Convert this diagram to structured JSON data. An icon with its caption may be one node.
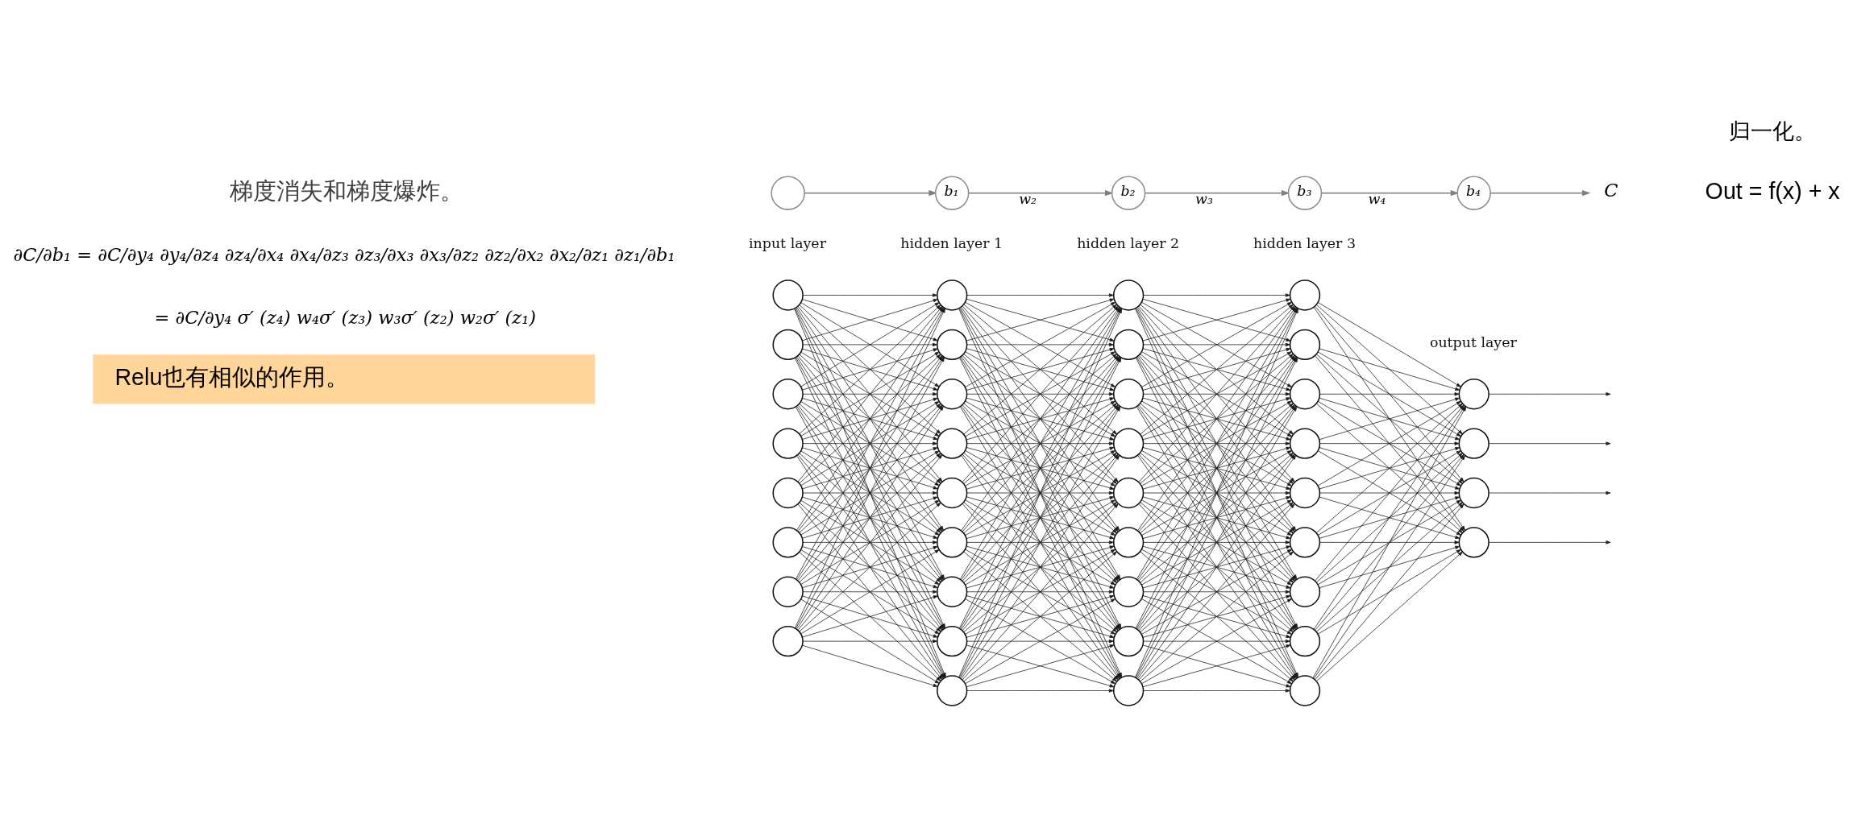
{
  "diagram": {
    "nodes": [
      {
        "text": [],
        "shape": "circle"
      },
      {
        "text": [
          "b₁"
        ]
      },
      {
        "text": [
          "b₂"
        ]
      },
      {
        "text": [
          "b₃"
        ]
      },
      {
        "text": [
          "b₄"
        ]
      },
      {
        "text": [
          "C"
        ]
      },
      {
        "text": [
          "Relu也有相似的作用。"
        ]
      },
      {
        "text": [],
        "shape": "circle"
      },
      {
        "text": [],
        "shape": "circle"
      },
      {
        "text": [],
        "shape": "circle"
      },
      {
        "text": [],
        "shape": "circle"
      },
      {
        "text": [],
        "shape": "circle"
      },
      {
        "text": [],
        "shape": "circle"
      },
      {
        "text": [],
        "shape": "circle"
      },
      {
        "text": [],
        "shape": "circle"
      },
      {
        "text": [],
        "shape": "circle"
      },
      {
        "text": [],
        "shape": "circle"
      },
      {
        "text": [],
        "shape": "circle"
      },
      {
        "text": [],
        "shape": "circle"
      },
      {
        "text": [],
        "shape": "circle"
      },
      {
        "text": [],
        "shape": "circle"
      },
      {
        "text": [],
        "shape": "circle"
      },
      {
        "text": [],
        "shape": "circle"
      },
      {
        "text": [],
        "shape": "circle"
      },
      {
        "text": [],
        "shape": "circle"
      },
      {
        "text": [],
        "shape": "circle"
      },
      {
        "text": [],
        "shape": "circle"
      },
      {
        "text": [],
        "shape": "circle"
      },
      {
        "text": [],
        "shape": "circle"
      },
      {
        "text": [],
        "shape": "circle"
      },
      {
        "text": [],
        "shape": "circle"
      },
      {
        "text": [],
        "shape": "circle"
      },
      {
        "text": [],
        "shape": "circle"
      },
      {
        "text": [],
        "shape": "circle"
      },
      {
        "text": [],
        "shape": "circle"
      },
      {
        "text": [],
        "shape": "circle"
      },
      {
        "text": [],
        "shape": "circle"
      },
      {
        "text": [],
        "shape": "circle"
      },
      {
        "text": [],
        "shape": "circle"
      },
      {
        "text": [],
        "shape": "circle"
      },
      {
        "text": [],
        "shape": "circle"
      },
      {
        "text": [],
        "shape": "circle"
      },
      {
        "text": [],
        "shape": "circle"
      },
      {
        "text": [],
        "shape": "circle"
      },
      {
        "text": [],
        "shape": "circle"
      },
      {
        "text": [],
        "shape": "circle"
      }
    ],
    "edges": [
      {
        "from": 0,
        "to": 1,
        "arrow": "to",
        "color": "#808080"
      },
      {
        "from": 1,
        "to": 2,
        "arrow": "to",
        "label": "w₂",
        "color": "#808080"
      },
      {
        "from": 2,
        "to": 3,
        "arrow": "to",
        "label": "w₃",
        "color": "#808080"
      },
      {
        "from": 3,
        "to": 4,
        "arrow": "to",
        "label": "w₄",
        "color": "#808080"
      },
      {
        "from": 4,
        "to": 5,
        "arrow": "to",
        "color": "#808080"
      },
      {
        "from": 7,
        "to": 15,
        "arrow": "to"
      },
      {
        "from": 7,
        "to": 16,
        "arrow": "to"
      },
      {
        "from": 7,
        "to": 17,
        "arrow": "to"
      },
      {
        "from": 7,
        "to": 18,
        "arrow": "to"
      },
      {
        "from": 7,
        "to": 19,
        "arrow": "to"
      },
      {
        "from": 7,
        "to": 20,
        "arrow": "to"
      },
      {
        "from": 7,
        "to": 21,
        "arrow": "to"
      },
      {
        "from": 7,
        "to": 22,
        "arrow": "to"
      },
      {
        "from": 7,
        "to": 23,
        "arrow": "to"
      },
      {
        "from": 8,
        "to": 15,
        "arrow": "to"
      },
      {
        "from": 8,
        "to": 16,
        "arrow": "to"
      },
      {
        "from": 8,
        "to": 17,
        "arrow": "to"
      },
      {
        "from": 8,
        "to": 18,
        "arrow": "to"
      },
      {
        "from": 8,
        "to": 19,
        "arrow": "to"
      },
      {
        "from": 8,
        "to": 20,
        "arrow": "to"
      },
      {
        "from": 8,
        "to": 21,
        "arrow": "to"
      },
      {
        "from": 8,
        "to": 22,
        "arrow": "to"
      },
      {
        "from": 8,
        "to": 23,
        "arrow": "to"
      },
      {
        "from": 9,
        "to": 15,
        "arrow": "to"
      },
      {
        "from": 9,
        "to": 16,
        "arrow": "to"
      },
      {
        "from": 9,
        "to": 17,
        "arrow": "to"
      },
      {
        "from": 9,
        "to": 18,
        "arrow": "to"
      },
      {
        "from": 9,
        "to": 19,
        "arrow": "to"
      },
      {
        "from": 9,
        "to": 20,
        "arrow": "to"
      },
      {
        "from": 9,
        "to": 21,
        "arrow": "to"
      },
      {
        "from": 9,
        "to": 22,
        "arrow": "to"
      },
      {
        "from": 9,
        "to": 23,
        "arrow": "to"
      },
      {
        "from": 10,
        "to": 15,
        "arrow": "to"
      },
      {
        "from": 10,
        "to": 16,
        "arrow": "to"
      },
      {
        "from": 10,
        "to": 17,
        "arrow": "to"
      },
      {
        "from": 10,
        "to": 18,
        "arrow": "to"
      },
      {
        "from": 10,
        "to": 19,
        "arrow": "to"
      },
      {
        "from": 10,
        "to": 20,
        "arrow": "to"
      },
      {
        "from": 10,
        "to": 21,
        "arrow": "to"
      },
      {
        "from": 10,
        "to": 22,
        "arrow": "to"
      },
      {
        "from": 10,
        "to": 23,
        "arrow": "to"
      },
      {
        "from": 11,
        "to": 15,
        "arrow": "to"
      },
      {
        "from": 11,
        "to": 16,
        "arrow": "to"
      },
      {
        "from": 11,
        "to": 17,
        "arrow": "to"
      },
      {
        "from": 11,
        "to": 18,
        "arrow": "to"
      },
      {
        "from": 11,
        "to": 19,
        "arrow": "to"
      },
      {
        "from": 11,
        "to": 20,
        "arrow": "to"
      },
      {
        "from": 11,
        "to": 21,
        "arrow": "to"
      },
      {
        "from": 11,
        "to": 22,
        "arrow": "to"
      },
      {
        "from": 11,
        "to": 23,
        "arrow": "to"
      },
      {
        "from": 12,
        "to": 15,
        "arrow": "to"
      },
      {
        "from": 12,
        "to": 16,
        "arrow": "to"
      },
      {
        "from": 12,
        "to": 17,
        "arrow": "to"
      },
      {
        "from": 12,
        "to": 18,
        "arrow": "to"
      },
      {
        "from": 12,
        "to": 19,
        "arrow": "to"
      },
      {
        "from": 12,
        "to": 20,
        "arrow": "to"
      },
      {
        "from": 12,
        "to": 21,
        "arrow": "to"
      },
      {
        "from": 12,
        "to": 22,
        "arrow": "to"
      },
      {
        "from": 12,
        "to": 23,
        "arrow": "to"
      },
      {
        "from": 13,
        "to": 15,
        "arrow": "to"
      },
      {
        "from": 13,
        "to": 16,
        "arrow": "to"
      },
      {
        "from": 13,
        "to": 17,
        "arrow": "to"
      },
      {
        "from": 13,
        "to": 18,
        "arrow": "to"
      },
      {
        "from": 13,
        "to": 19,
        "arrow": "to"
      },
      {
        "from": 13,
        "to": 20,
        "arrow": "to"
      },
      {
        "from": 13,
        "to": 21,
        "arrow": "to"
      },
      {
        "from": 13,
        "to": 22,
        "arrow": "to"
      },
      {
        "from": 13,
        "to": 23,
        "arrow": "to"
      },
      {
        "from": 14,
        "to": 15,
        "arrow": "to"
      },
      {
        "from": 14,
        "to": 16,
        "arrow": "to"
      },
      {
        "from": 14,
        "to": 17,
        "arrow": "to"
      },
      {
        "from": 14,
        "to": 18,
        "arrow": "to"
      },
      {
        "from": 14,
        "to": 19,
        "arrow": "to"
      },
      {
        "from": 14,
        "to": 20,
        "arrow": "to"
      },
      {
        "from": 14,
        "to": 21,
        "arrow": "to"
      },
      {
        "from": 14,
        "to": 22,
        "arrow": "to"
      },
      {
        "from": 14,
        "to": 23,
        "arrow": "to"
      },
      {
        "from": 15,
        "to": 24,
        "arrow": "to"
      },
      {
        "from": 15,
        "to": 25,
        "arrow": "to"
      },
      {
        "from": 15,
        "to": 26,
        "arrow": "to"
      },
      {
        "from": 15,
        "to": 27,
        "arrow": "to"
      },
      {
        "from": 15,
        "to": 28,
        "arrow": "to"
      },
      {
        "from": 15,
        "to": 29,
        "arrow": "to"
      },
      {
        "from": 15,
        "to": 30,
        "arrow": "to"
      },
      {
        "from": 15,
        "to": 31,
        "arrow": "to"
      },
      {
        "from": 15,
        "to": 32,
        "arrow": "to"
      },
      {
        "from": 16,
        "to": 24,
        "arrow": "to"
      },
      {
        "from": 16,
        "to": 25,
        "arrow": "to"
      },
      {
        "from": 16,
        "to": 26,
        "arrow": "to"
      },
      {
        "from": 16,
        "to": 27,
        "arrow": "to"
      },
      {
        "from": 16,
        "to": 28,
        "arrow": "to"
      },
      {
        "from": 16,
        "to": 29,
        "arrow": "to"
      },
      {
        "from": 16,
        "to": 30,
        "arrow": "to"
      },
      {
        "from": 16,
        "to": 31,
        "arrow": "to"
      },
      {
        "from": 16,
        "to": 32,
        "arrow": "to"
      },
      {
        "from": 17,
        "to": 24,
        "arrow": "to"
      },
      {
        "from": 17,
        "to": 25,
        "arrow": "to"
      },
      {
        "from": 17,
        "to": 26,
        "arrow": "to"
      },
      {
        "from": 17,
        "to": 27,
        "arrow": "to"
      },
      {
        "from": 17,
        "to": 28,
        "arrow": "to"
      },
      {
        "from": 17,
        "to": 29,
        "arrow": "to"
      },
      {
        "from": 17,
        "to": 30,
        "arrow": "to"
      },
      {
        "from": 17,
        "to": 31,
        "arrow": "to"
      },
      {
        "from": 17,
        "to": 32,
        "arrow": "to"
      },
      {
        "from": 18,
        "to": 24,
        "arrow": "to"
      },
      {
        "from": 18,
        "to": 25,
        "arrow": "to"
      },
      {
        "from": 18,
        "to": 26,
        "arrow": "to"
      },
      {
        "from": 18,
        "to": 27,
        "arrow": "to"
      },
      {
        "from": 18,
        "to": 28,
        "arrow": "to"
      },
      {
        "from": 18,
        "to": 29,
        "arrow": "to"
      },
      {
        "from": 18,
        "to": 30,
        "arrow": "to"
      },
      {
        "from": 18,
        "to": 31,
        "arrow": "to"
      },
      {
        "from": 18,
        "to": 32,
        "arrow": "to"
      },
      {
        "from": 19,
        "to": 24,
        "arrow": "to"
      },
      {
        "from": 19,
        "to": 25,
        "arrow": "to"
      },
      {
        "from": 19,
        "to": 26,
        "arrow": "to"
      },
      {
        "from": 19,
        "to": 27,
        "arrow": "to"
      },
      {
        "from": 19,
        "to": 28,
        "arrow": "to"
      },
      {
        "from": 19,
        "to": 29,
        "arrow": "to"
      },
      {
        "from": 19,
        "to": 30,
        "arrow": "to"
      },
      {
        "from": 19,
        "to": 31,
        "arrow": "to"
      },
      {
        "from": 19,
        "to": 32,
        "arrow": "to"
      },
      {
        "from": 20,
        "to": 24,
        "arrow": "to"
      },
      {
        "from": 20,
        "to": 25,
        "arrow": "to"
      },
      {
        "from": 20,
        "to": 26,
        "arrow": "to"
      },
      {
        "from": 20,
        "to": 27,
        "arrow": "to"
      },
      {
        "from": 20,
        "to": 28,
        "arrow": "to"
      },
      {
        "from": 20,
        "to": 29,
        "arrow": "to"
      },
      {
        "from": 20,
        "to": 30,
        "arrow": "to"
      },
      {
        "from": 20,
        "to": 31,
        "arrow": "to"
      },
      {
        "from": 20,
        "to": 32,
        "arrow": "to"
      },
      {
        "from": 21,
        "to": 24,
        "arrow": "to"
      },
      {
        "from": 21,
        "to": 25,
        "arrow": "to"
      },
      {
        "from": 21,
        "to": 26,
        "arrow": "to"
      },
      {
        "from": 21,
        "to": 27,
        "arrow": "to"
      },
      {
        "from": 21,
        "to": 28,
        "arrow": "to"
      },
      {
        "from": 21,
        "to": 29,
        "arrow": "to"
      },
      {
        "from": 21,
        "to": 30,
        "arrow": "to"
      },
      {
        "from": 21,
        "to": 31,
        "arrow": "to"
      },
      {
        "from": 21,
        "to": 32,
        "arrow": "to"
      },
      {
        "from": 22,
        "to": 24,
        "arrow": "to"
      },
      {
        "from": 22,
        "to": 25,
        "arrow": "to"
      },
      {
        "from": 22,
        "to": 26,
        "arrow": "to"
      },
      {
        "from": 22,
        "to": 27,
        "arrow": "to"
      },
      {
        "from": 22,
        "to": 28,
        "arrow": "to"
      },
      {
        "from": 22,
        "to": 29,
        "arrow": "to"
      },
      {
        "from": 22,
        "to": 30,
        "arrow": "to"
      },
      {
        "from": 22,
        "to": 31,
        "arrow": "to"
      },
      {
        "from": 22,
        "to": 32,
        "arrow": "to"
      },
      {
        "from": 23,
        "to": 24,
        "arrow": "to"
      },
      {
        "from": 23,
        "to": 25,
        "arrow": "to"
      },
      {
        "from": 23,
        "to": 26,
        "arrow": "to"
      },
      {
        "from": 23,
        "to": 27,
        "arrow": "to"
      },
      {
        "from": 23,
        "to": 28,
        "arrow": "to"
      },
      {
        "from": 23,
        "to": 29,
        "arrow": "to"
      },
      {
        "from": 23,
        "to": 30,
        "arrow": "to"
      },
      {
        "from": 23,
        "to": 31,
        "arrow": "to"
      },
      {
        "from": 23,
        "to": 32,
        "arrow": "to"
      },
      {
        "from": 24,
        "to": 33,
        "arrow": "to"
      },
      {
        "from": 24,
        "to": 34,
        "arrow": "to"
      },
      {
        "from": 24,
        "to": 35,
        "arrow": "to"
      },
      {
        "from": 24,
        "to": 36,
        "arrow": "to"
      },
      {
        "from": 24,
        "to": 37,
        "arrow": "to"
      },
      {
        "from": 24,
        "to": 38,
        "arrow": "to"
      },
      {
        "from": 24,
        "to": 39,
        "arrow": "to"
      },
      {
        "from": 24,
        "to": 40,
        "arrow": "to"
      },
      {
        "from": 24,
        "to": 41,
        "arrow": "to"
      },
      {
        "from": 25,
        "to": 33,
        "arrow": "to"
      },
      {
        "from": 25,
        "to": 34,
        "arrow": "to"
      },
      {
        "from": 25,
        "to": 35,
        "arrow": "to"
      },
      {
        "from": 25,
        "to": 36,
        "arrow": "to"
      },
      {
        "from": 25,
        "to": 37,
        "arrow": "to"
      },
      {
        "from": 25,
        "to": 38,
        "arrow": "to"
      },
      {
        "from": 25,
        "to": 39,
        "arrow": "to"
      },
      {
        "from": 25,
        "to": 40,
        "arrow": "to"
      },
      {
        "from": 25,
        "to": 41,
        "arrow": "to"
      },
      {
        "from": 26,
        "to": 33,
        "arrow": "to"
      },
      {
        "from": 26,
        "to": 34,
        "arrow": "to"
      },
      {
        "from": 26,
        "to": 35,
        "arrow": "to"
      },
      {
        "from": 26,
        "to": 36,
        "arrow": "to"
      },
      {
        "from": 26,
        "to": 37,
        "arrow": "to"
      },
      {
        "from": 26,
        "to": 38,
        "arrow": "to"
      },
      {
        "from": 26,
        "to": 39,
        "arrow": "to"
      },
      {
        "from": 26,
        "to": 40,
        "arrow": "to"
      },
      {
        "from": 26,
        "to": 41,
        "arrow": "to"
      },
      {
        "from": 27,
        "to": 33,
        "arrow": "to"
      },
      {
        "from": 27,
        "to": 34,
        "arrow": "to"
      },
      {
        "from": 27,
        "to": 35,
        "arrow": "to"
      },
      {
        "from": 27,
        "to": 36,
        "arrow": "to"
      },
      {
        "from": 27,
        "to": 37,
        "arrow": "to"
      },
      {
        "from": 27,
        "to": 38,
        "arrow": "to"
      },
      {
        "from": 27,
        "to": 39,
        "arrow": "to"
      },
      {
        "from": 27,
        "to": 40,
        "arrow": "to"
      },
      {
        "from": 27,
        "to": 41,
        "arrow": "to"
      },
      {
        "from": 28,
        "to": 33,
        "arrow": "to"
      },
      {
        "from": 28,
        "to": 34,
        "arrow": "to"
      },
      {
        "from": 28,
        "to": 35,
        "arrow": "to"
      },
      {
        "from": 28,
        "to": 36,
        "arrow": "to"
      },
      {
        "from": 28,
        "to": 37,
        "arrow": "to"
      },
      {
        "from": 28,
        "to": 38,
        "arrow": "to"
      },
      {
        "from": 28,
        "to": 39,
        "arrow": "to"
      },
      {
        "from": 28,
        "to": 40,
        "arrow": "to"
      },
      {
        "from": 28,
        "to": 41,
        "arrow": "to"
      },
      {
        "from": 29,
        "to": 33,
        "arrow": "to"
      },
      {
        "from": 29,
        "to": 34,
        "arrow": "to"
      },
      {
        "from": 29,
        "to": 35,
        "arrow": "to"
      },
      {
        "from": 29,
        "to": 36,
        "arrow": "to"
      },
      {
        "from": 29,
        "to": 37,
        "arrow": "to"
      },
      {
        "from": 29,
        "to": 38,
        "arrow": "to"
      },
      {
        "from": 29,
        "to": 39,
        "arrow": "to"
      },
      {
        "from": 29,
        "to": 40,
        "arrow": "to"
      },
      {
        "from": 29,
        "to": 41,
        "arrow": "to"
      },
      {
        "from": 30,
        "to": 33,
        "arrow": "to"
      },
      {
        "from": 30,
        "to": 34,
        "arrow": "to"
      },
      {
        "from": 30,
        "to": 35,
        "arrow": "to"
      },
      {
        "from": 30,
        "to": 36,
        "arrow": "to"
      },
      {
        "from": 30,
        "to": 37,
        "arrow": "to"
      },
      {
        "from": 30,
        "to": 38,
        "arrow": "to"
      },
      {
        "from": 30,
        "to": 39,
        "arrow": "to"
      },
      {
        "from": 30,
        "to": 40,
        "arrow": "to"
      },
      {
        "from": 30,
        "to": 41,
        "arrow": "to"
      },
      {
        "from": 31,
        "to": 33,
        "arrow": "to"
      },
      {
        "from": 31,
        "to": 34,
        "arrow": "to"
      },
      {
        "from": 31,
        "to": 35,
        "arrow": "to"
      },
      {
        "from": 31,
        "to": 36,
        "arrow": "to"
      },
      {
        "from": 31,
        "to": 37,
        "arrow": "to"
      },
      {
        "from": 31,
        "to": 38,
        "arrow": "to"
      },
      {
        "from": 31,
        "to": 39,
        "arrow": "to"
      },
      {
        "from": 31,
        "to": 40,
        "arrow": "to"
      },
      {
        "from": 31,
        "to": 41,
        "arrow": "to"
      },
      {
        "from": 32,
        "to": 33,
        "arrow": "to"
      },
      {
        "from": 32,
        "to": 34,
        "arrow": "to"
      },
      {
        "from": 32,
        "to": 35,
        "arrow": "to"
      },
      {
        "from": 32,
        "to": 36,
        "arrow": "to"
      },
      {
        "from": 32,
        "to": 37,
        "arrow": "to"
      },
      {
        "from": 32,
        "to": 38,
        "arrow": "to"
      },
      {
        "from": 32,
        "to": 39,
        "arrow": "to"
      },
      {
        "from": 32,
        "to": 40,
        "arrow": "to"
      },
      {
        "from": 32,
        "to": 41,
        "arrow": "to"
      },
      {
        "from": 33,
        "to": 42,
        "arrow": "to"
      },
      {
        "from": 33,
        "to": 43,
        "arrow": "to"
      },
      {
        "from": 33,
        "to": 44,
        "arrow": "to"
      },
      {
        "from": 33,
        "to": 45,
        "arrow": "to"
      },
      {
        "from": 34,
        "to": 42,
        "arrow": "to"
      },
      {
        "from": 34,
        "to": 43,
        "arrow": "to"
      },
      {
        "from": 34,
        "to": 44,
        "arrow": "to"
      },
      {
        "from": 34,
        "to": 45,
        "arrow": "to"
      },
      {
        "from": 35,
        "to": 42,
        "arrow": "to"
      },
      {
        "from": 35,
        "to": 43,
        "arrow": "to"
      },
      {
        "from": 35,
        "to": 44,
        "arrow": "to"
      },
      {
        "from": 35,
        "to": 45,
        "arrow": "to"
      },
      {
        "from": 36,
        "to": 42,
        "arrow": "to"
      },
      {
        "from": 36,
        "to": 43,
        "arrow": "to"
      },
      {
        "from": 36,
        "to": 44,
        "arrow": "to"
      },
      {
        "from": 36,
        "to": 45,
        "arrow": "to"
      },
      {
        "from": 37,
        "to": 42,
        "arrow": "to"
      },
      {
        "from": 37,
        "to": 43,
        "arrow": "to"
      },
      {
        "from": 37,
        "to": 44,
        "arrow": "to"
      },
      {
        "from": 37,
        "to": 45,
        "arrow": "to"
      },
      {
        "from": 38,
        "to": 42,
        "arrow": "to"
      },
      {
        "from": 38,
        "to": 43,
        "arrow": "to"
      },
      {
        "from": 38,
        "to": 44,
        "arrow": "to"
      },
      {
        "from": 38,
        "to": 45,
        "arrow": "to"
      },
      {
        "from": 39,
        "to": 42,
        "arrow": "to"
      },
      {
        "from": 39,
        "to": 43,
        "arrow": "to"
      },
      {
        "from": 39,
        "to": 44,
        "arrow": "to"
      },
      {
        "from": 39,
        "to": 45,
        "arrow": "to"
      },
      {
        "from": 40,
        "to": 42,
        "arrow": "to"
      },
      {
        "from": 40,
        "to": 43,
        "arrow": "to"
      },
      {
        "from": 40,
        "to": 44,
        "arrow": "to"
      },
      {
        "from": 40,
        "to": 45,
        "arrow": "to"
      },
      {
        "from": 41,
        "to": 42,
        "arrow": "to"
      },
      {
        "from": 41,
        "to": 43,
        "arrow": "to"
      },
      {
        "from": 41,
        "to": 44,
        "arrow": "to"
      },
      {
        "from": 41,
        "to": 45,
        "arrow": "to"
      },
      {
        "from": 42,
        "to": null,
        "arrow": "to"
      },
      {
        "from": 43,
        "to": null,
        "arrow": "to"
      },
      {
        "from": 44,
        "to": null,
        "arrow": "to"
      },
      {
        "from": 45,
        "to": null,
        "arrow": "to"
      }
    ],
    "labels": [
      "梯度消失和梯度爆炸。",
      "∂C/∂b₁ = ∂C/∂y₄ ∂y₄/∂z₄ ∂z₄/∂x₄ ∂x₄/∂z₃ ∂z₃/∂x₃ ∂x₃/∂z₂ ∂z₂/∂x₂ ∂x₂/∂z₁ ∂z₁/∂b₁",
      "= ∂C/∂y₄ σ′ (z₄) w₄σ′ (z₃) w₃σ′ (z₂) w₂σ′ (z₁)",
      "归一化。",
      "Out = f(x) + x",
      "input layer",
      "hidden layer 1",
      "hidden layer 2",
      "hidden layer 3",
      "output layer"
    ]
  }
}
